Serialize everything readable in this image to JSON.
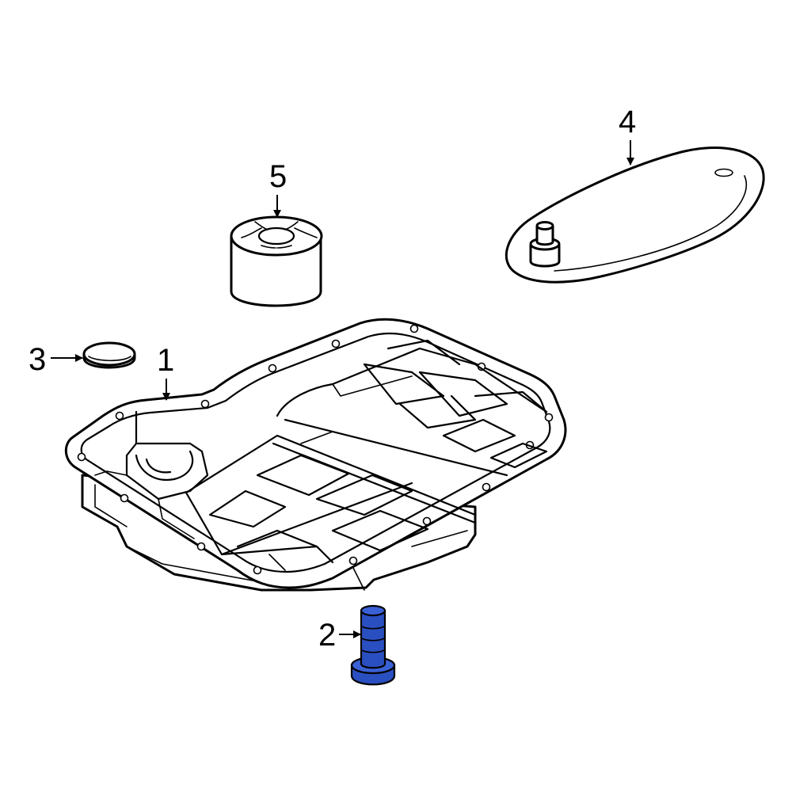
{
  "callouts": {
    "oil_pan": "1",
    "drain_plug": "2",
    "plug_gasket": "3",
    "filter_gasket": "4",
    "filter_element": "5"
  },
  "colors": {
    "line": "#000000",
    "background": "#ffffff",
    "highlight": "#2a4fc0",
    "highlight_dark": "#1a2f80"
  }
}
